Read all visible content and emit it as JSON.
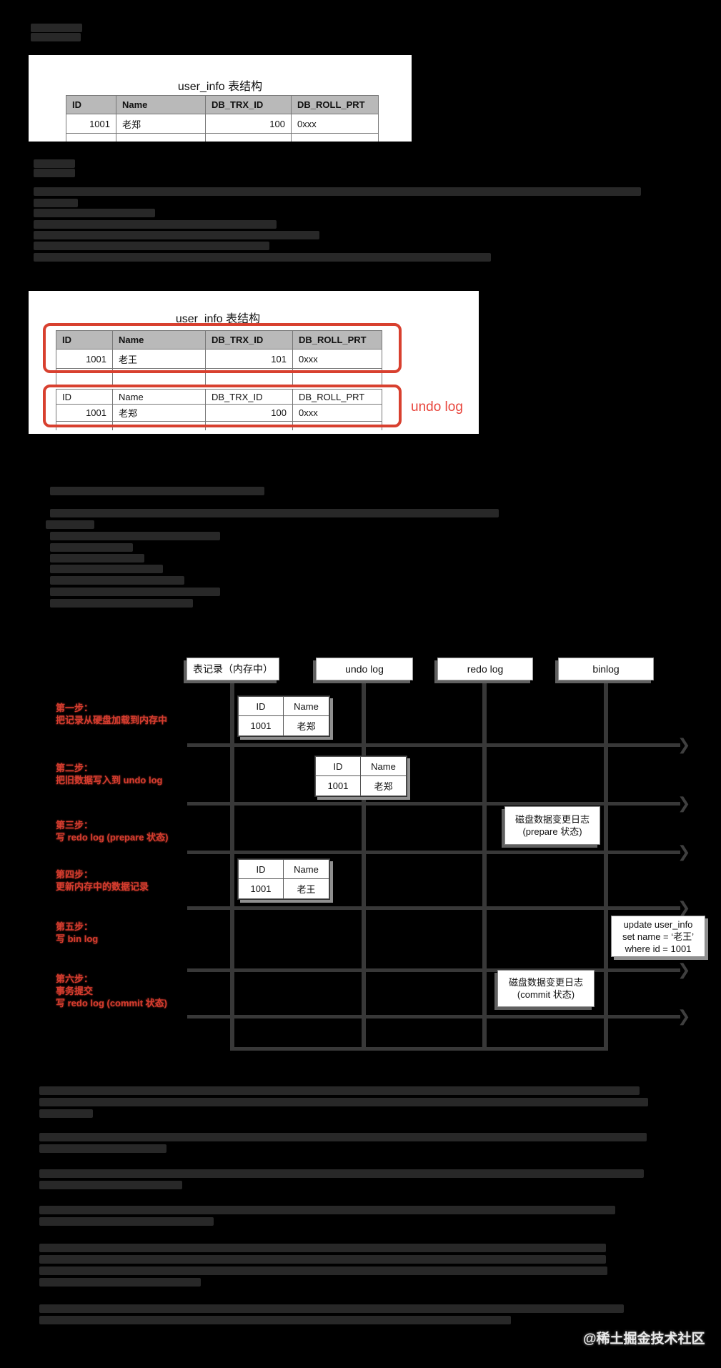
{
  "colors": {
    "accent_red": "#d8402f",
    "undo_label_red": "#e8453c",
    "table_header_bg": "#b9b9b9",
    "grid_line": "#383838"
  },
  "box1": {
    "title": "user_info 表结构",
    "columns": [
      "ID",
      "Name",
      "DB_TRX_ID",
      "DB_ROLL_PRT"
    ],
    "rows": [
      [
        "1001",
        "老郑",
        "100",
        "0xxx"
      ]
    ]
  },
  "box2": {
    "title": "user_info 表结构",
    "undo_label": "undo log",
    "current": {
      "columns": [
        "ID",
        "Name",
        "DB_TRX_ID",
        "DB_ROLL_PRT"
      ],
      "rows": [
        [
          "1001",
          "老王",
          "101",
          "0xxx"
        ]
      ]
    },
    "undo": {
      "columns": [
        "ID",
        "Name",
        "DB_TRX_ID",
        "DB_ROLL_PRT"
      ],
      "rows": [
        [
          "1001",
          "老郑",
          "100",
          "0xxx"
        ]
      ]
    }
  },
  "diagram": {
    "arrow_glyph": "❯",
    "lanes": [
      {
        "label": "表记录（内存中）"
      },
      {
        "label": "undo log"
      },
      {
        "label": "redo log"
      },
      {
        "label": "binlog"
      }
    ],
    "steps": [
      {
        "l1": "第一步：",
        "l2": "把记录从硬盘加载到内存中",
        "l3": ""
      },
      {
        "l1": "第二步：",
        "l2": "把旧数据写入到 undo log",
        "l3": ""
      },
      {
        "l1": "第三步：",
        "l2": "写 redo log (prepare 状态)",
        "l3": ""
      },
      {
        "l1": "第四步：",
        "l2": "更新内存中的数据记录",
        "l3": ""
      },
      {
        "l1": "第五步：",
        "l2": "写 bin log",
        "l3": ""
      },
      {
        "l1": "第六步：",
        "l2": "事务提交",
        "l3": "写 redo log (commit 状态)"
      }
    ],
    "record_tables": [
      {
        "columns": [
          "ID",
          "Name"
        ],
        "row": [
          "1001",
          "老郑"
        ]
      },
      {
        "columns": [
          "ID",
          "Name"
        ],
        "row": [
          "1001",
          "老郑"
        ]
      },
      {
        "columns": [
          "ID",
          "Name"
        ],
        "row": [
          "1001",
          "老王"
        ]
      }
    ],
    "prepare_box": {
      "line1": "磁盘数据变更日志",
      "line2": "(prepare 状态)"
    },
    "commit_box": {
      "line1": "磁盘数据变更日志",
      "line2": "(commit 状态)"
    },
    "sql_box": {
      "line1": "update user_info",
      "line2": "set name = ‘老王’",
      "line3": "where id = 1001"
    }
  },
  "watermark": "@稀土掘金技术社区",
  "redacted": {
    "lines": [
      [
        33,
        43,
        72
      ],
      [
        46,
        43,
        70
      ],
      [
        223,
        47,
        58
      ],
      [
        236,
        47,
        58
      ],
      [
        262,
        47,
        850
      ],
      [
        278,
        47,
        62
      ],
      [
        292,
        47,
        170
      ],
      [
        308,
        47,
        340
      ],
      [
        323,
        47,
        400
      ],
      [
        338,
        47,
        330
      ],
      [
        354,
        47,
        640
      ],
      [
        681,
        70,
        300
      ],
      [
        712,
        70,
        628
      ],
      [
        728,
        64,
        68
      ],
      [
        744,
        70,
        238
      ],
      [
        760,
        70,
        116
      ],
      [
        775,
        70,
        132
      ],
      [
        790,
        70,
        158
      ],
      [
        806,
        70,
        188
      ],
      [
        822,
        70,
        238
      ],
      [
        838,
        70,
        200
      ],
      [
        1520,
        55,
        840
      ],
      [
        1536,
        55,
        852
      ],
      [
        1552,
        55,
        75
      ],
      [
        1585,
        55,
        850
      ],
      [
        1601,
        55,
        178
      ],
      [
        1636,
        55,
        846
      ],
      [
        1652,
        55,
        200
      ],
      [
        1687,
        55,
        806
      ],
      [
        1703,
        55,
        244
      ],
      [
        1740,
        55,
        793
      ],
      [
        1756,
        55,
        793
      ],
      [
        1772,
        55,
        795
      ],
      [
        1788,
        55,
        226
      ],
      [
        1825,
        55,
        818
      ],
      [
        1841,
        55,
        660
      ]
    ]
  }
}
